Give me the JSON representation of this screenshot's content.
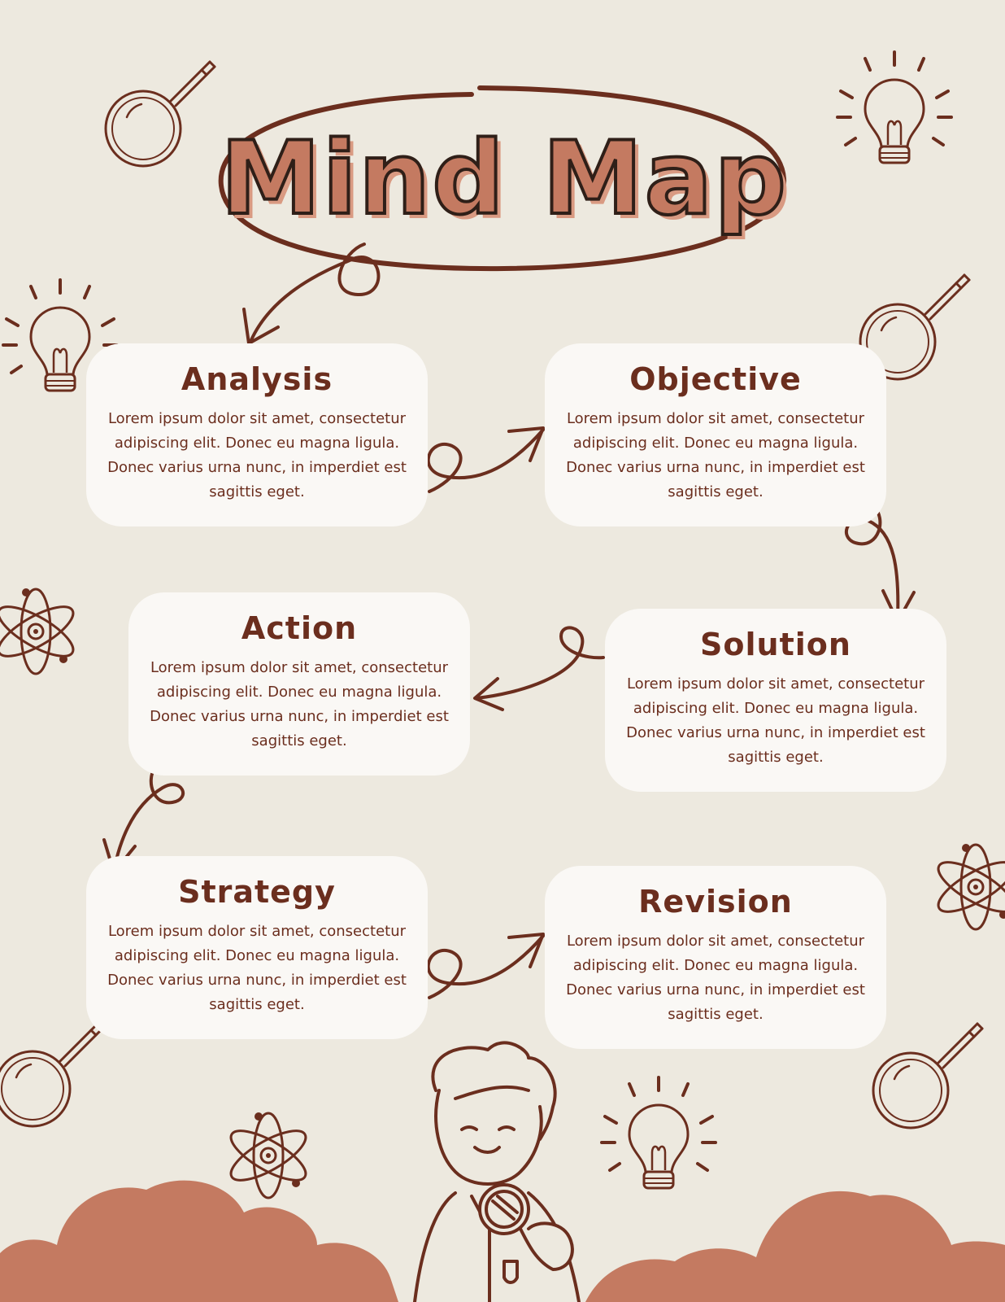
{
  "title": "Mind Map",
  "colors": {
    "background": "#ede9df",
    "card": "#faf8f5",
    "ink": "#6b2e1e",
    "accent": "#c47a61"
  },
  "cards": [
    {
      "id": "analysis",
      "title": "Analysis",
      "body": "Lorem ipsum dolor sit amet, consectetur adipiscing elit. Donec eu magna ligula. Donec varius urna nunc, in imperdiet est sagittis eget."
    },
    {
      "id": "objective",
      "title": "Objective",
      "body": "Lorem ipsum dolor sit amet, consectetur adipiscing elit. Donec eu magna ligula. Donec varius urna nunc, in imperdiet est sagittis eget."
    },
    {
      "id": "action",
      "title": "Action",
      "body": "Lorem ipsum dolor sit amet, consectetur adipiscing elit. Donec eu magna ligula. Donec varius urna nunc, in imperdiet est sagittis eget."
    },
    {
      "id": "solution",
      "title": "Solution",
      "body": "Lorem ipsum dolor sit amet, consectetur adipiscing elit. Donec eu magna ligula. Donec varius urna nunc, in imperdiet est sagittis eget."
    },
    {
      "id": "strategy",
      "title": "Strategy",
      "body": "Lorem ipsum dolor sit amet, consectetur adipiscing elit. Donec eu magna ligula. Donec varius urna nunc, in imperdiet est sagittis eget."
    },
    {
      "id": "revision",
      "title": "Revision",
      "body": "Lorem ipsum dolor sit amet, consectetur adipiscing elit. Donec eu magna ligula. Donec varius urna nunc, in imperdiet est sagittis eget."
    }
  ],
  "flow": [
    {
      "from": "title",
      "to": "analysis"
    },
    {
      "from": "analysis",
      "to": "objective"
    },
    {
      "from": "objective",
      "to": "solution"
    },
    {
      "from": "solution",
      "to": "action"
    },
    {
      "from": "action",
      "to": "strategy"
    },
    {
      "from": "strategy",
      "to": "revision"
    }
  ],
  "decorations": [
    "magnifier-icon",
    "lightbulb-icon",
    "atom-icon",
    "student-with-magnifier-illustration",
    "cloud-shape"
  ]
}
